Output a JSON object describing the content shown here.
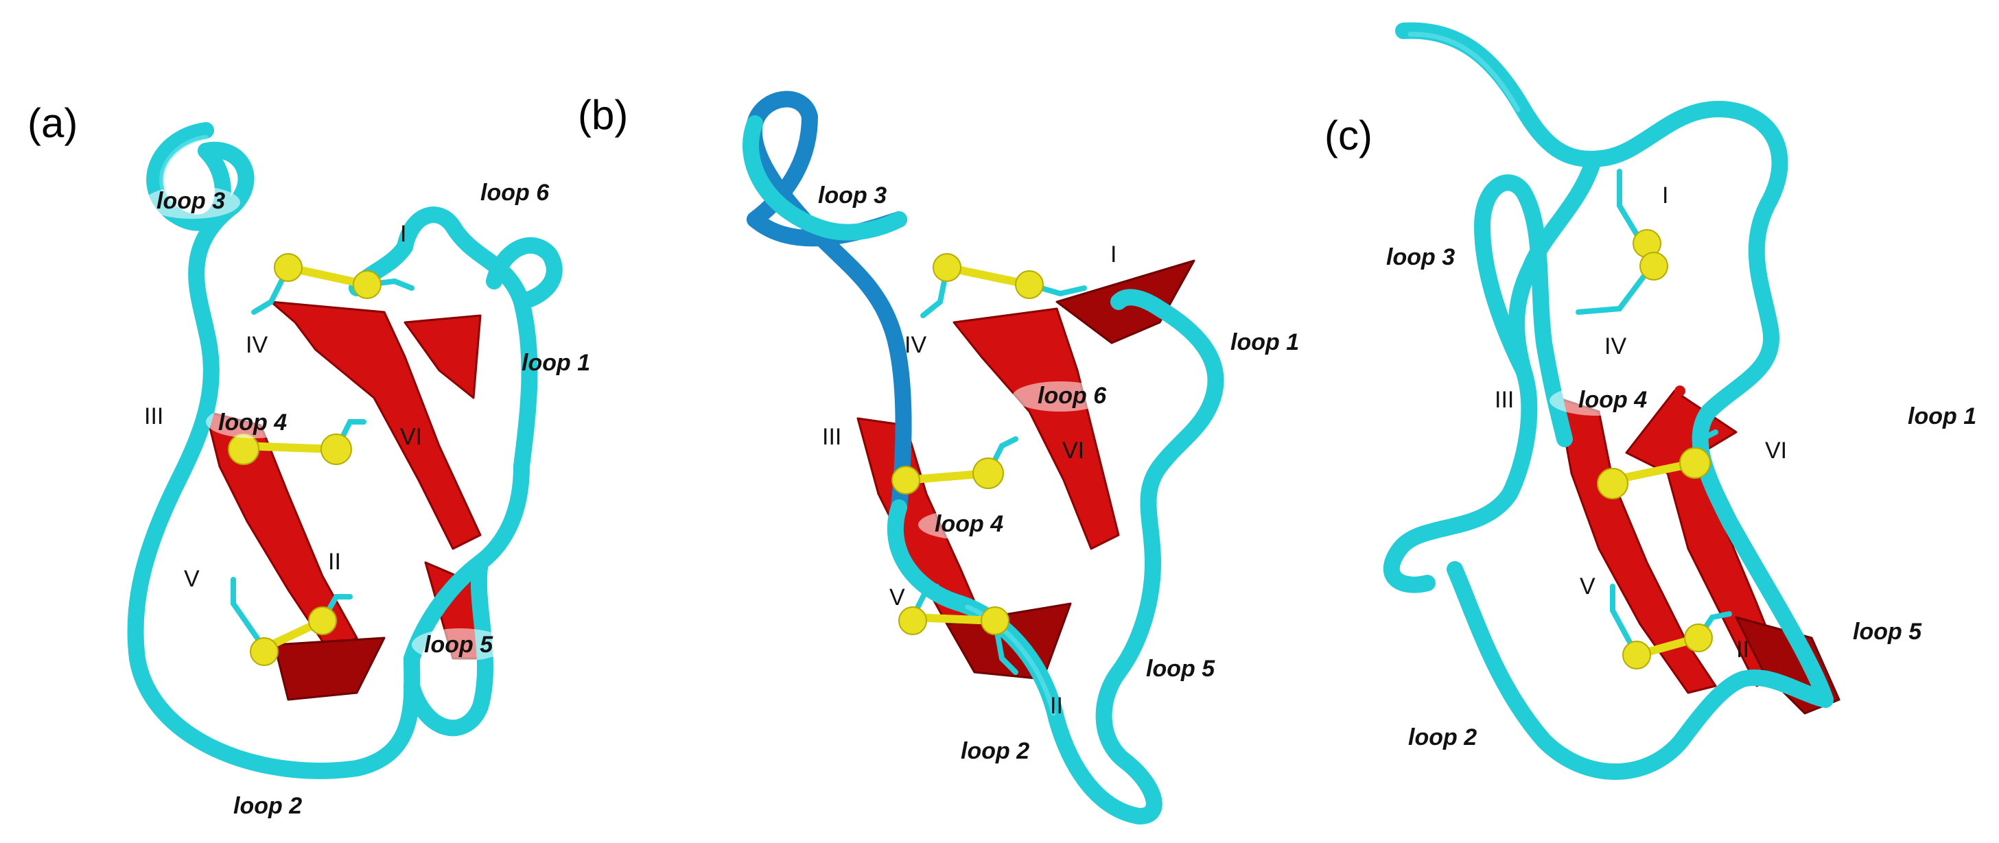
{
  "figure": {
    "colors": {
      "loop_tube": "#22cdd8",
      "loop3_highlight_tube": "#1a86c7",
      "beta_strand": "#d40f0f",
      "disulfide_sulfur": "#e8e020"
    },
    "panels": [
      {
        "letter": "(a)",
        "loops": [
          "loop 3",
          "loop 6",
          "loop 1",
          "loop 4",
          "loop 5",
          "loop 2"
        ],
        "cysteines": [
          "I",
          "IV",
          "III",
          "VI",
          "V",
          "II"
        ]
      },
      {
        "letter": "(b)",
        "loops": [
          "loop 3",
          "loop 1",
          "loop 6",
          "loop 4",
          "loop 5",
          "loop 2"
        ],
        "cysteines": [
          "I",
          "IV",
          "III",
          "VI",
          "V",
          "II"
        ]
      },
      {
        "letter": "(c)",
        "loops": [
          "loop 3",
          "loop 1",
          "loop 4",
          "loop 5",
          "loop 2"
        ],
        "cysteines": [
          "I",
          "IV",
          "III",
          "VI",
          "V",
          "II"
        ]
      }
    ]
  }
}
